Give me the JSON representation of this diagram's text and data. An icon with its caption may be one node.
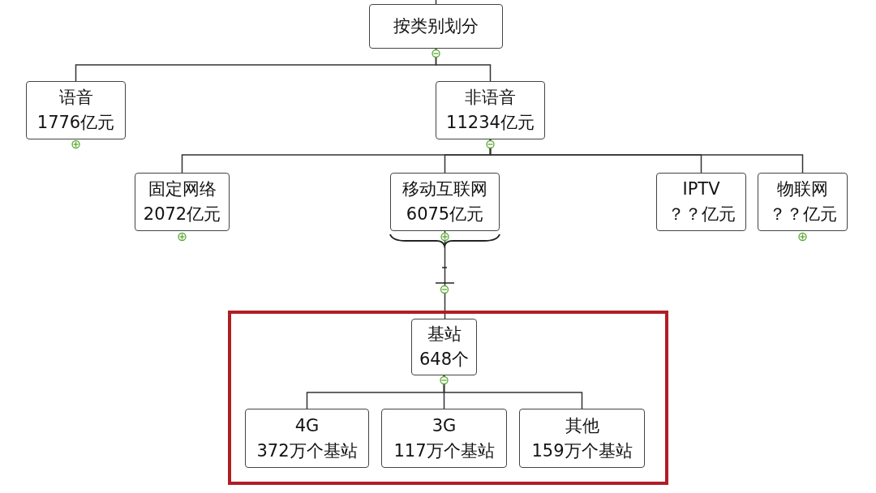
{
  "diagram": {
    "nodes": [
      {
        "text": [
          "按类别划分"
        ]
      },
      {
        "text": [
          "语音",
          "1776亿元"
        ]
      },
      {
        "text": [
          "非语音",
          "11234亿元"
        ]
      },
      {
        "text": [
          "固定网络",
          "2072亿元"
        ]
      },
      {
        "text": [
          "移动互联网",
          "6075亿元"
        ]
      },
      {
        "text": [
          "IPTV",
          "？？亿元"
        ]
      },
      {
        "text": [
          "物联网",
          "？？亿元"
        ]
      },
      {
        "text": [],
        "shape": "box"
      },
      {
        "text": [
          "基站",
          "648个"
        ],
        "in": 7
      },
      {
        "text": [
          "4G",
          "372万个基站"
        ],
        "in": 7
      },
      {
        "text": [
          "3G",
          "117万个基站"
        ],
        "in": 7
      },
      {
        "text": [
          "其他",
          "159万个基站"
        ],
        "in": 7
      }
    ],
    "edges": [
      {
        "from": null,
        "to": 0,
        "arrow": "none"
      },
      {
        "from": 0,
        "to": 1,
        "arrow": "none"
      },
      {
        "from": 0,
        "to": 2,
        "arrow": "none"
      },
      {
        "from": 2,
        "to": 3,
        "arrow": "none"
      },
      {
        "from": 2,
        "to": 4,
        "arrow": "none"
      },
      {
        "from": 2,
        "to": 5,
        "arrow": "none"
      },
      {
        "from": 2,
        "to": 6,
        "arrow": "none"
      },
      {
        "from": 4,
        "to": 8,
        "arrow": "none"
      },
      {
        "from": 8,
        "to": 9,
        "arrow": "none"
      },
      {
        "from": 8,
        "to": 10,
        "arrow": "none"
      },
      {
        "from": 8,
        "to": 11,
        "arrow": "none"
      }
    ]
  }
}
